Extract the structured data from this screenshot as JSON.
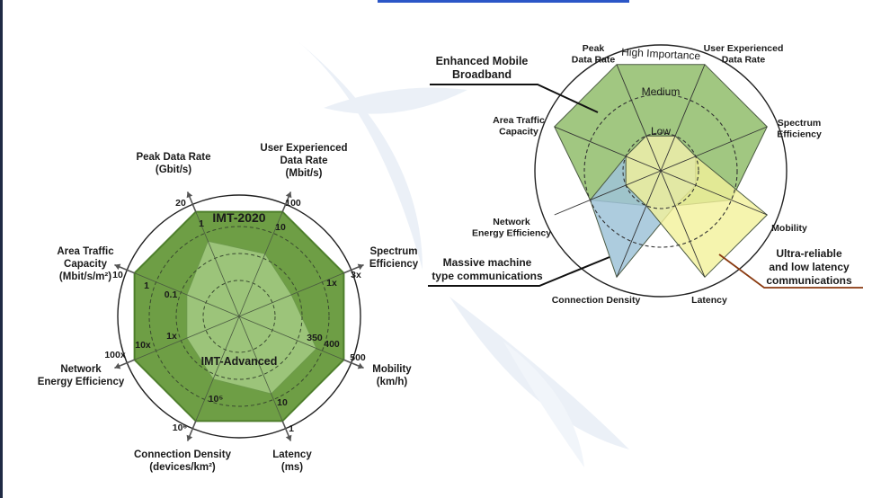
{
  "left_chart": {
    "outer_label": "IMT-2020",
    "inner_label": "IMT-Advanced",
    "axes": [
      {
        "id": "peak",
        "label_lines": [
          "Peak Data Rate",
          "(Gbit/s)"
        ],
        "outer_tick": "20",
        "inner_tick": "1"
      },
      {
        "id": "user",
        "label_lines": [
          "User Experienced",
          "Data Rate",
          "(Mbit/s)"
        ],
        "outer_tick": "100",
        "inner_tick": "10"
      },
      {
        "id": "spectrum",
        "label_lines": [
          "Spectrum",
          "Efficiency"
        ],
        "outer_tick": "3x",
        "inner_tick": "1x"
      },
      {
        "id": "mobility",
        "label_lines": [
          "Mobility",
          "(km/h)"
        ],
        "outer_tick": "500",
        "mid_tick": "400",
        "inner_tick": "350"
      },
      {
        "id": "latency",
        "label_lines": [
          "Latency",
          "(ms)"
        ],
        "outer_tick": "1",
        "inner_tick": "10"
      },
      {
        "id": "density",
        "label_lines": [
          "Connection Density",
          "(devices/km²)"
        ],
        "outer_tick": "10⁶",
        "inner_tick": "10⁵"
      },
      {
        "id": "energy",
        "label_lines": [
          "Network",
          "Energy Efficiency"
        ],
        "outer_tick": "100x",
        "inner_tick": "10x",
        "inner2_tick": "1x"
      },
      {
        "id": "area",
        "label_lines": [
          "Area Traffic",
          "Capacity",
          "(Mbit/s/m²)"
        ],
        "outer_tick": "10",
        "inner_tick": "1",
        "inner2_tick": "0.1"
      }
    ]
  },
  "right_chart": {
    "ring_labels": {
      "high": "High Importance",
      "medium": "Medium",
      "low": "Low"
    },
    "axes": [
      {
        "id": "peak",
        "label_lines": [
          "Peak",
          "Data Rate"
        ]
      },
      {
        "id": "user",
        "label_lines": [
          "User Experienced",
          "Data Rate"
        ]
      },
      {
        "id": "spectrum",
        "label_lines": [
          "Spectrum",
          "Efficiency"
        ]
      },
      {
        "id": "mobility",
        "label_lines": [
          "Mobility"
        ]
      },
      {
        "id": "latency",
        "label_lines": [
          "Latency"
        ]
      },
      {
        "id": "density",
        "label_lines": [
          "Connection Density"
        ]
      },
      {
        "id": "energy",
        "label_lines": [
          "Network",
          "Energy Efficiency"
        ]
      },
      {
        "id": "area",
        "label_lines": [
          "Area Traffic",
          "Capacity"
        ]
      }
    ],
    "scenarios": [
      {
        "id": "embb",
        "label_lines": [
          "Enhanced Mobile",
          "Broadband"
        ],
        "color": "#9cc47a",
        "text_color": "#2a2a2a",
        "levels": [
          3,
          3,
          3,
          2,
          1,
          1,
          2,
          3
        ]
      },
      {
        "id": "mmtc",
        "label_lines": [
          "Massive machine",
          "type communications"
        ],
        "color": "#9fc3d8",
        "text_color": "#1a1a1a",
        "levels": [
          1,
          1,
          1,
          1,
          1,
          3,
          2,
          1
        ]
      },
      {
        "id": "urllc",
        "label_lines": [
          "Ultra-reliable",
          "and low latency",
          "communications"
        ],
        "color": "#f3f19a",
        "text_color": "#8a3a10",
        "levels": [
          1,
          1,
          1,
          3,
          3,
          1,
          1,
          1
        ]
      }
    ]
  },
  "colors": {
    "imt2020_fill": "#6e9e45",
    "imt2020_stroke": "#4e7f2c",
    "imtadv_fill": "#9cc47a",
    "watermark": "#d9e4f2"
  }
}
